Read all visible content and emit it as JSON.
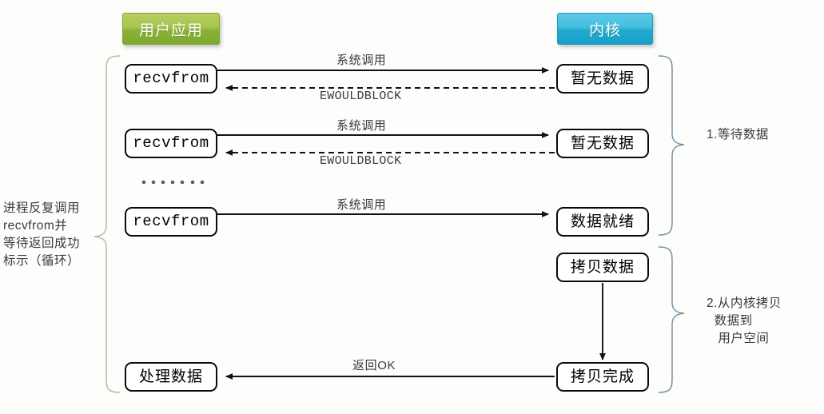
{
  "diagram": {
    "title": "Non-blocking IO (recvfrom polling) sequence diagram",
    "colors": {
      "user_pill": "#a8c44d",
      "kernel_pill": "#22a9cf",
      "bracket_right": "#7794a8",
      "bracket_left": "#b9bca4",
      "box_border": "#0a0a0a",
      "label_text": "#3b3b3b",
      "background": "#fdfdfb"
    }
  },
  "headers": {
    "user_app": "用户应用",
    "kernel": "内核"
  },
  "left_note": "进程反复调用\nrecvfrom并\n等待返回成功\n标示（循环）",
  "right_notes": {
    "wait_data": "1.等待数据",
    "copy_data": "2.从内核拷贝\n  数据到\n   用户空间"
  },
  "boxes": {
    "recvfrom_1": "recvfrom",
    "recvfrom_2": "recvfrom",
    "recvfrom_3": "recvfrom",
    "no_data_1": "暂无数据",
    "no_data_2": "暂无数据",
    "data_ready": "数据就绪",
    "copy_data": "拷贝数据",
    "copy_done": "拷贝完成",
    "process_data": "处理数据"
  },
  "edge_labels": {
    "syscall_1": "系统调用",
    "ewouldblock_1": "EWOULDBLOCK",
    "syscall_2": "系统调用",
    "ewouldblock_2": "EWOULDBLOCK",
    "syscall_3": "系统调用",
    "return_ok": "返回OK"
  },
  "ellipsis": "· · · · · · ·",
  "dot_count": 7
}
